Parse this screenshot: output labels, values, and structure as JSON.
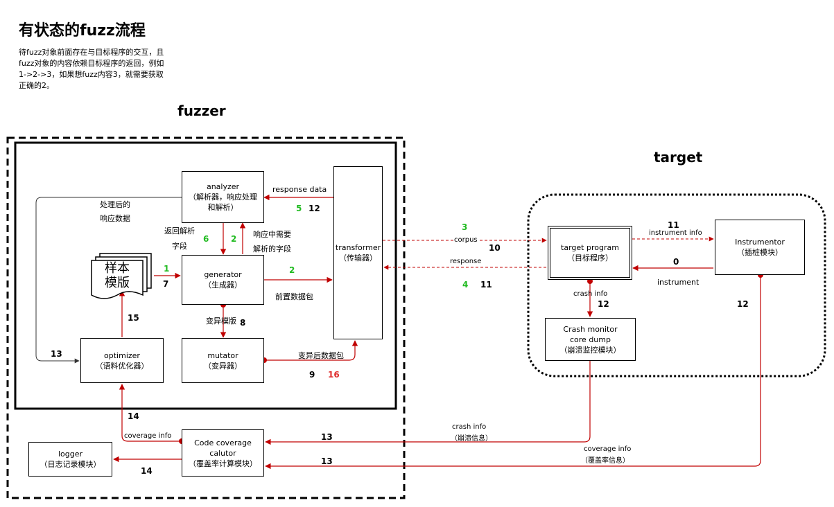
{
  "page": {
    "title": "有状态的fuzz流程",
    "description": "待fuzz对象前面存在与目标程序的交互，且fuzz对象的内容依赖目标程序的返回，例如1->2->3，如果想fuzz内容3，就需要获取正确的2。"
  },
  "groups": {
    "fuzzer": "fuzzer",
    "target": "target"
  },
  "nodes": {
    "analyzer": {
      "line1": "analyzer",
      "line2": "（解析器，响应处理",
      "line3": "和解析）"
    },
    "generator": {
      "line1": "generator",
      "line2": "（生成器）"
    },
    "mutator": {
      "line1": "mutator",
      "line2": "（变异器）"
    },
    "optimizer": {
      "line1": "optimizer",
      "line2": "（语料优化器）"
    },
    "transformer": {
      "line1": "transformer",
      "line2": "（传输器）"
    },
    "template": {
      "line1": "样本",
      "line2": "模版"
    },
    "target_program": {
      "line1": "target program",
      "line2": "（目标程序）"
    },
    "instrumentor": {
      "line1": "Instrumentor",
      "line2": "（插桩模块）"
    },
    "crash_monitor": {
      "line1": "Crash monitor",
      "line2": "core dump",
      "line3": "（崩溃监控模块）"
    },
    "coverage": {
      "line1": "Code coverage",
      "line2": "calutor",
      "line3": "（覆盖率计算模块）"
    },
    "logger": {
      "line1": "logger",
      "line2": "（日志记录模块）"
    }
  },
  "edge_labels": {
    "response_data": "response data",
    "processed_1": "处理后的",
    "processed_2": "响应数据",
    "return_1": "返回解析",
    "return_2": "字段",
    "need_1": "响应中需要",
    "need_2": "解析的字段",
    "prepacket": "前置数据包",
    "mutate_template": "变异模版",
    "mutated_packet": "变异后数据包",
    "corpus": "corpus",
    "response": "response",
    "instrument_info": "instrument info",
    "instrument": "instrument",
    "crash_info": "crash info",
    "crash_info2": "crash info",
    "crash_info2_cn": "（崩溃信息）",
    "coverage_info": "coverage info",
    "coverage_info2": "coverage info",
    "coverage_info2_cn": "（覆盖率信息）"
  },
  "step_numbers": {
    "s5": "5",
    "s12a": "12",
    "s6": "6",
    "s2a": "2",
    "s1": "1",
    "s7": "7",
    "s2b": "2",
    "s15": "15",
    "s8": "8",
    "s13a": "13",
    "s9": "9",
    "s16": "16",
    "s3": "3",
    "s10": "10",
    "s4": "4",
    "s11a": "11",
    "s11b": "11",
    "s0": "0",
    "s12b": "12",
    "s12c": "12",
    "s14a": "14",
    "s14b": "14",
    "s13b": "13",
    "s13c": "13"
  },
  "colors": {
    "arrow": "#c00000",
    "green": "#22bb22",
    "red": "#e03030"
  }
}
